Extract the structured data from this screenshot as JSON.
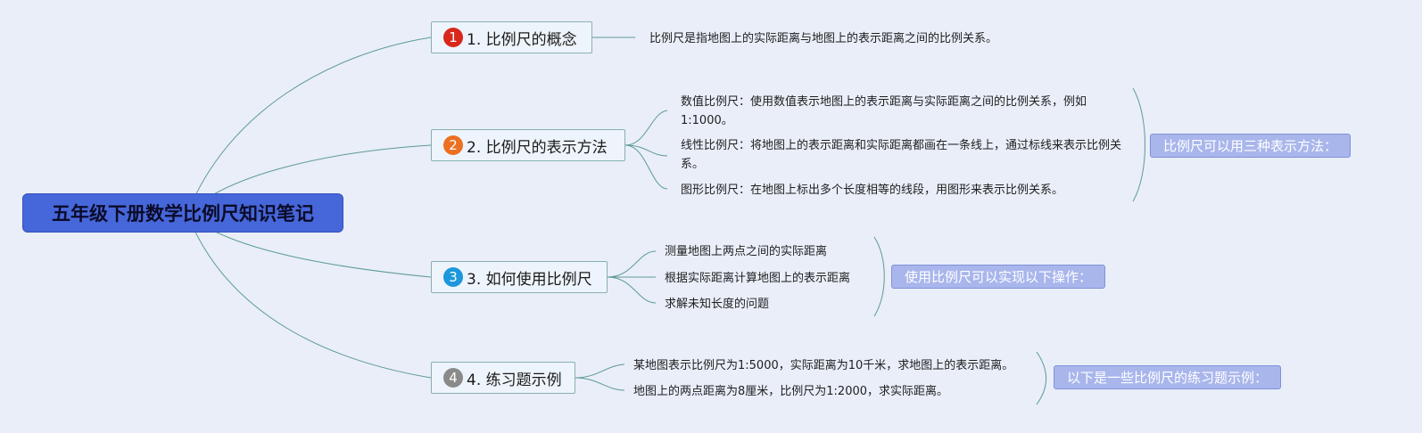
{
  "root": {
    "label": "五年级下册数学比例尺知识笔记"
  },
  "branches": [
    {
      "number": "1",
      "label": "1. 比例尺的概念",
      "badge_color": "#d8281c",
      "children": [
        "比例尺是指地图上的实际距离与地图上的表示距离之间的比例关系。"
      ]
    },
    {
      "number": "2",
      "label": "2. 比例尺的表示方法",
      "badge_color": "#ec7021",
      "children": [
        "数值比例尺：使用数值表示地图上的表示距离与实际距离之间的比例关系，例如1:1000。",
        "线性比例尺：将地图上的表示距离和实际距离都画在一条线上，通过标线来表示比例关系。",
        "图形比例尺：在地图上标出多个长度相等的线段，用图形来表示比例关系。"
      ],
      "summary": "比例尺可以用三种表示方法："
    },
    {
      "number": "3",
      "label": "3. 如何使用比例尺",
      "badge_color": "#1c97dc",
      "children": [
        "测量地图上两点之间的实际距离",
        "根据实际距离计算地图上的表示距离",
        "求解未知长度的问题"
      ],
      "summary": "使用比例尺可以实现以下操作："
    },
    {
      "number": "4",
      "label": "4. 练习题示例",
      "badge_color": "#8a8a8a",
      "children": [
        "某地图表示比例尺为1:5000，实际距离为10千米，求地图上的表示距离。",
        "地图上的两点距离为8厘米，比例尺为1:2000，求实际距离。"
      ],
      "summary": "以下是一些比例尺的练习题示例："
    }
  ],
  "colors": {
    "line": "#5e9a96",
    "root_fill": "#4667d9",
    "summary_fill": "#a9b6ec",
    "background": "#e9eef9"
  }
}
